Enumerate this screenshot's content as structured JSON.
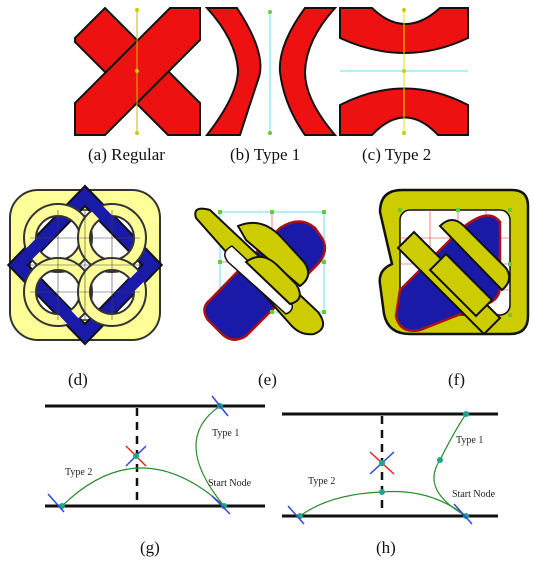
{
  "figure": {
    "captions": {
      "a": "(a) Regular",
      "b": "(b) Type 1",
      "c": "(c) Type 2",
      "d": "(d)",
      "e": "(e)",
      "f": "(f)",
      "g": "(g)",
      "h": "(h)"
    },
    "labels": {
      "type1": "Type 1",
      "type2": "Type 2",
      "start_node": "Start Node"
    },
    "colors": {
      "strand_red": "#ee1111",
      "outline": "#111111",
      "guide_yellow": "#e8e000",
      "guide_cyan": "#66e0e8",
      "knot_blue": "#1a1aa8",
      "knot_pale_yellow": "#ffff99",
      "knot_olive": "#cccc00",
      "node_green": "#66cc33",
      "curve_green": "#2e8b2e",
      "node_teal": "#1aa88a"
    }
  }
}
